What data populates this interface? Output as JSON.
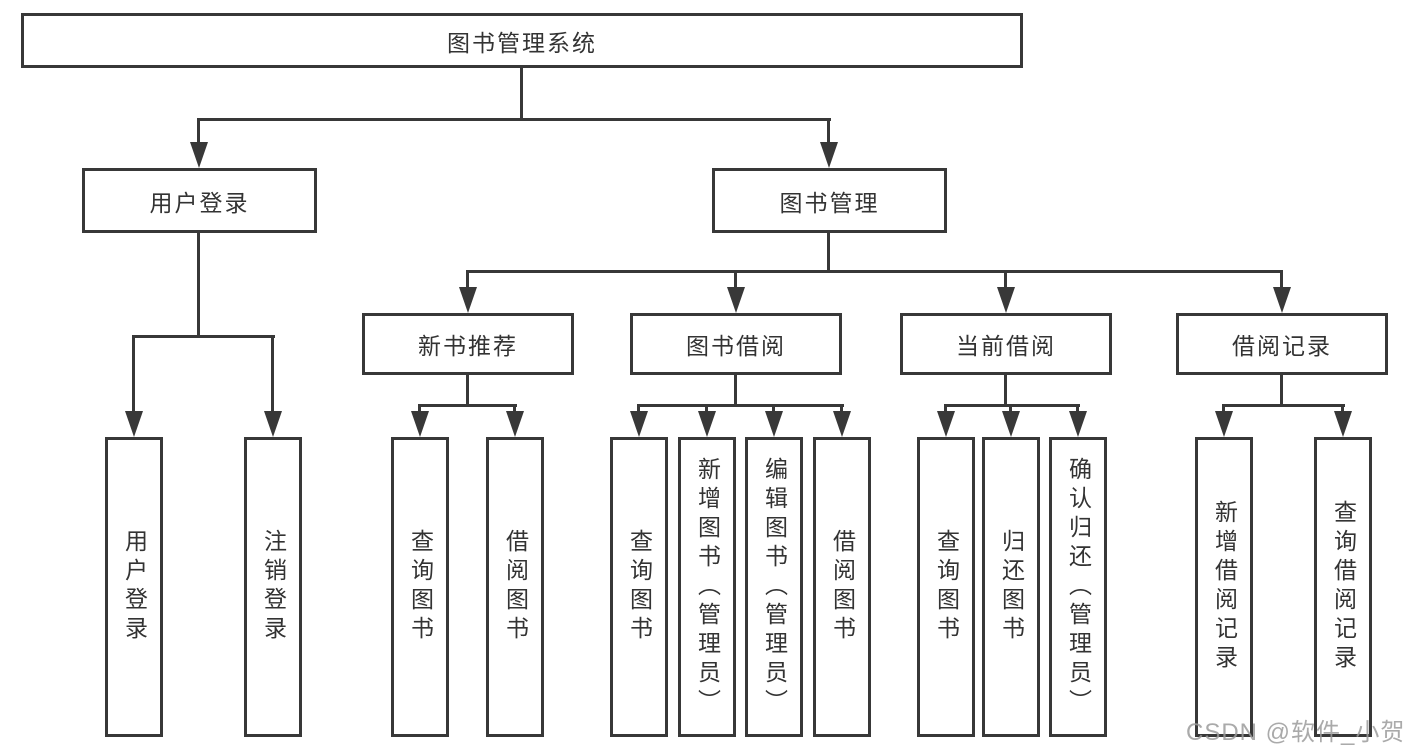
{
  "diagram": {
    "root": "图书管理系统",
    "level2": [
      "用户登录",
      "图书管理"
    ],
    "level3": [
      "新书推荐",
      "图书借阅",
      "当前借阅",
      "借阅记录"
    ],
    "leaves_user_login": [
      "用户登录",
      "注销登录"
    ],
    "leaves_new_book": [
      "查询图书",
      "借阅图书"
    ],
    "leaves_book_borrow": [
      "查询图书",
      "新增图书（管理员）",
      "编辑图书（管理员）",
      "借阅图书"
    ],
    "leaves_current_borrow": [
      "查询图书",
      "归还图书",
      "确认归还（管理员）"
    ],
    "leaves_borrow_records": [
      "新增借阅记录",
      "查询借阅记录"
    ]
  },
  "colors": {
    "line": "#383838",
    "text": "#333333",
    "watermark": "#9b9b9b",
    "background": "#ffffff"
  },
  "watermark": "CSDN @软件_小贺同学"
}
